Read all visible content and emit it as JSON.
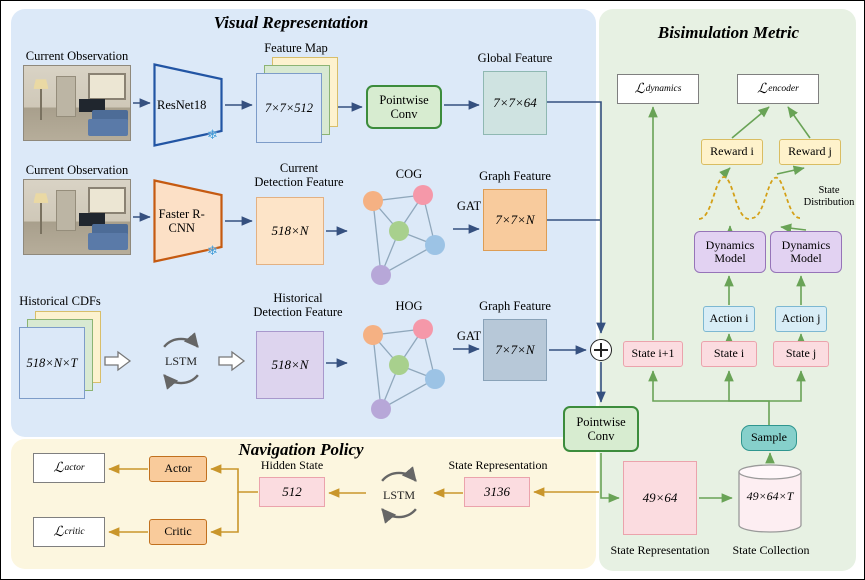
{
  "titles": {
    "visual_representation": "Visual Representation",
    "bisimulation_metric": "Bisimulation Metric",
    "navigation_policy": "Navigation Policy"
  },
  "palette": {
    "visual_region_bg": "#dce9f8",
    "bisim_region_bg": "#e7f1e3",
    "policy_region_bg": "#fcf6df",
    "arrow_visual": "#35507f",
    "arrow_bisim": "#69a356",
    "arrow_policy": "#c9962b"
  },
  "visual": {
    "row1": {
      "observation_label": "Current Observation",
      "encoder_label": "ResNet18",
      "feature_map_label": "Feature Map",
      "feature_map_value": "7×7×512",
      "pointwise_conv_label": "Pointwise Conv",
      "global_feature_label": "Global Feature",
      "global_feature_value": "7×7×64"
    },
    "row2": {
      "observation_label": "Current Observation",
      "encoder_label": "Faster R-CNN",
      "detection_feature_line1": "Current",
      "detection_feature_line2": "Detection Feature",
      "detection_feature_value": "518×N",
      "graph_label": "COG",
      "gat_label": "GAT",
      "graph_feature_label": "Graph Feature",
      "graph_feature_value": "7×7×N"
    },
    "row3": {
      "cdf_label": "Historical CDFs",
      "cdf_value": "518×N×T",
      "lstm_label": "LSTM",
      "detection_feature_line1": "Historical",
      "detection_feature_line2": "Detection Feature",
      "detection_feature_value": "518×N",
      "graph_label": "HOG",
      "gat_label": "GAT",
      "graph_feature_label": "Graph Feature",
      "graph_feature_value": "7×7×N"
    },
    "pointwise_conv2_label": "Pointwise Conv"
  },
  "bisim": {
    "loss_dynamics": {
      "symbol": "ℒ",
      "sub": "dynamics"
    },
    "loss_encoder": {
      "symbol": "ℒ",
      "sub": "encoder"
    },
    "reward_i": "Reward i",
    "reward_j": "Reward j",
    "state_distribution_line1": "State",
    "state_distribution_line2": "Distribution",
    "dynamics_model": "Dynamics Model",
    "action_i": "Action i",
    "action_j": "Action j",
    "state_i1": "State i+1",
    "state_i": "State i",
    "state_j": "State j",
    "sample": "Sample",
    "state_repr_value": "49×64",
    "state_repr_label": "State Representation",
    "state_collection_value": "49×64×T",
    "state_collection_label": "State Collection"
  },
  "policy": {
    "loss_actor": {
      "symbol": "ℒ",
      "sub": "actor"
    },
    "loss_critic": {
      "symbol": "ℒ",
      "sub": "critic"
    },
    "actor": "Actor",
    "critic": "Critic",
    "hidden_state_label": "Hidden State",
    "hidden_state_value": "512",
    "lstm_label": "LSTM",
    "state_repr_label": "State Representation",
    "state_repr_value": "3136"
  }
}
